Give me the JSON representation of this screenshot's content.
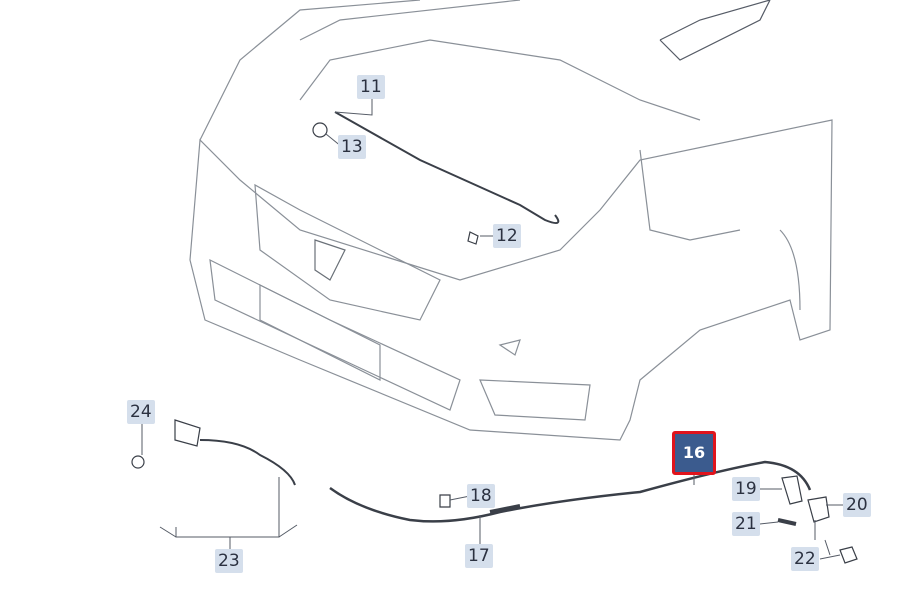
{
  "diagram": {
    "callouts": [
      {
        "id": "11",
        "label": "11"
      },
      {
        "id": "13",
        "label": "13"
      },
      {
        "id": "12",
        "label": "12"
      },
      {
        "id": "24",
        "label": "24"
      },
      {
        "id": "23",
        "label": "23"
      },
      {
        "id": "18",
        "label": "18"
      },
      {
        "id": "17",
        "label": "17"
      },
      {
        "id": "16",
        "label": "16",
        "selected": true
      },
      {
        "id": "19",
        "label": "19"
      },
      {
        "id": "20",
        "label": "20"
      },
      {
        "id": "21",
        "label": "21"
      },
      {
        "id": "22",
        "label": "22"
      }
    ],
    "colors": {
      "label_bg": "#d5dfec",
      "selected_bg": "#3b5b8e",
      "selected_border": "#e0141c",
      "line": "#555b66"
    }
  }
}
